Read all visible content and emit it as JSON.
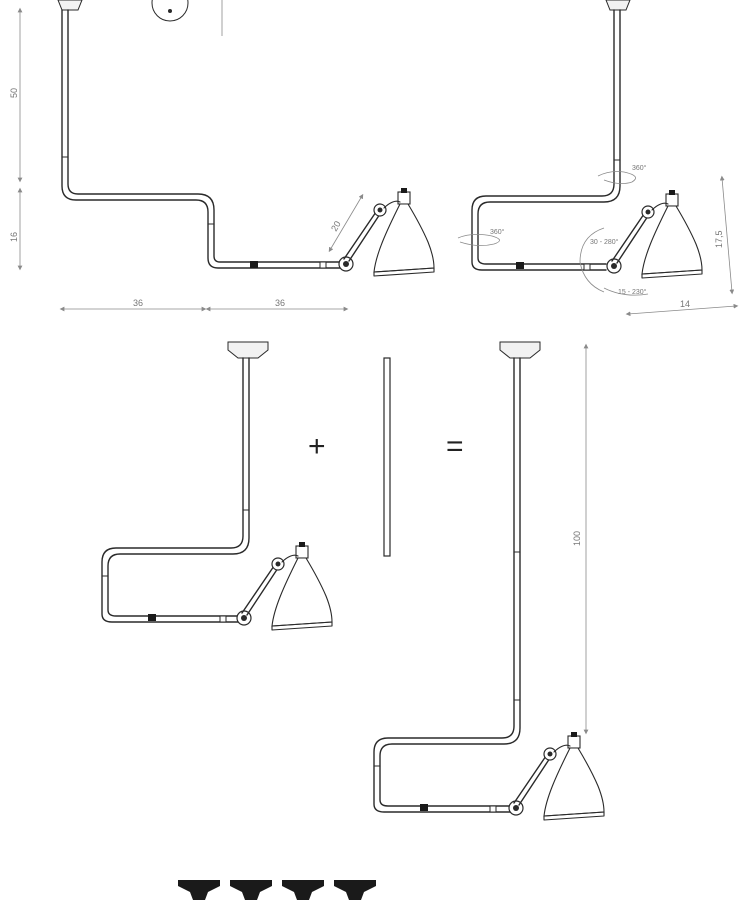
{
  "dimensions": {
    "d_50": "50",
    "d_16": "16",
    "d_36_left": "36",
    "d_36_right": "36",
    "d_20": "20",
    "d_17_5": "17,5",
    "d_14": "14",
    "d_100": "100"
  },
  "angles": {
    "rot_top": "360°",
    "rot_left": "360°",
    "arm_range": "30 - 280°",
    "shade_range": "15 - 230°"
  },
  "operators": {
    "plus": "+",
    "equals": "="
  },
  "finish_colors": [
    "#1a1a1a",
    "#1a1a1a",
    "#1a1a1a",
    "#1a1a1a"
  ]
}
